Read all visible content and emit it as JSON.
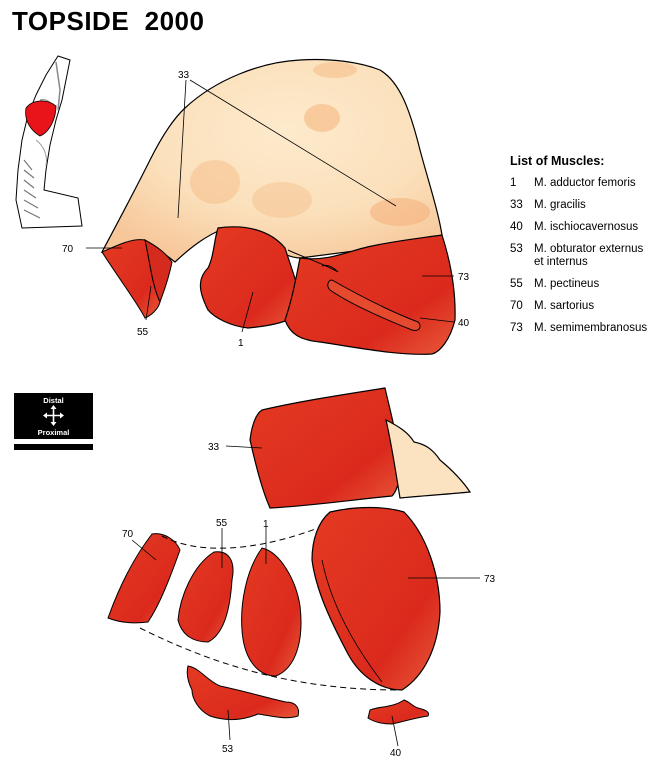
{
  "title": "TOPSIDE  2000",
  "legend": {
    "title": "List of Muscles:",
    "items": [
      {
        "num": "1",
        "name": "M. adductor femoris"
      },
      {
        "num": "33",
        "name": "M. gracilis"
      },
      {
        "num": "40",
        "name": "M. ischiocavernosus"
      },
      {
        "num": "53",
        "name": "M. obturator externus et internus"
      },
      {
        "num": "55",
        "name": "M. pectineus"
      },
      {
        "num": "70",
        "name": "M. sartorius"
      },
      {
        "num": "73",
        "name": "M. semimembranosus"
      }
    ]
  },
  "orientation": {
    "top": "Distal",
    "bottom": "Proximal"
  },
  "labels": {
    "l33": "33",
    "l70": "70",
    "l55": "55",
    "l1": "1",
    "l73": "73",
    "l40": "40",
    "b33": "33",
    "b70": "70",
    "b55": "55",
    "b1": "1",
    "b73": "73",
    "b53": "53",
    "b40": "40"
  },
  "colors": {
    "muscle": "#dd2a1e",
    "fat": "#fbe3c2",
    "outline": "#000000"
  }
}
